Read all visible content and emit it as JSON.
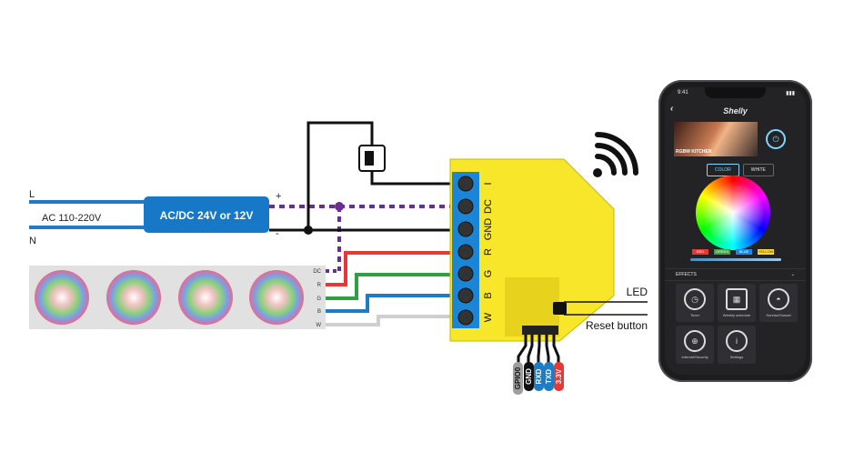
{
  "power_input": {
    "line_label": "L",
    "neutral_label": "N",
    "ac_label": "AC 110-220V"
  },
  "power_supply": {
    "label": "AC/DC 24V or 12V",
    "plus": "+",
    "minus": "-"
  },
  "led_strip": {
    "pins": [
      "DC",
      "R",
      "G",
      "B",
      "W"
    ]
  },
  "terminals": [
    "I",
    "DC",
    "GND",
    "R",
    "G",
    "B",
    "W"
  ],
  "callouts": {
    "led": "LED",
    "reset": "Reset button"
  },
  "debug_pins": [
    "GPIO0",
    "GND",
    "RXD",
    "TXD",
    "3.3V"
  ],
  "colors": {
    "device": "#f7e629",
    "wire_blue": "#1c7dc4",
    "wire_red": "#e53935",
    "wire_green": "#2ea043",
    "wire_purple": "#6a2d91",
    "psu": "#1878c8"
  },
  "phone": {
    "time": "9:41",
    "brand": "Shelly",
    "device_name": "RGBW KITCHEN",
    "tabs": [
      "COLOR",
      "WHITE"
    ],
    "swatches": [
      {
        "label": "RED",
        "color": "#e53935"
      },
      {
        "label": "GREEN",
        "color": "#43a047"
      },
      {
        "label": "BLUE",
        "color": "#1e88e5"
      },
      {
        "label": "YELLOW",
        "color": "#fdd835"
      }
    ],
    "effects_label": "EFFECTS",
    "tiles": [
      "Timer",
      "Weekly schedule",
      "Sunrise/Sunset",
      "Internet/Security",
      "Settings"
    ]
  }
}
